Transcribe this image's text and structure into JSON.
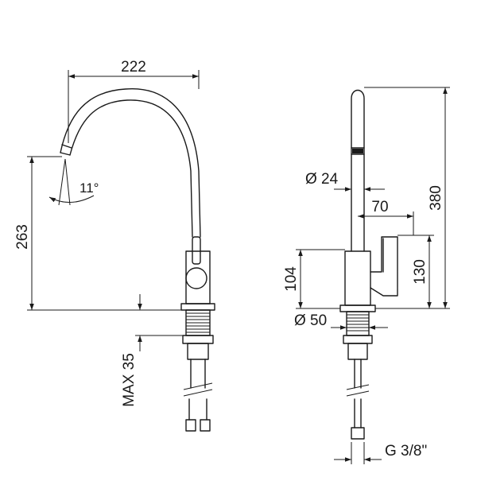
{
  "dimensions": {
    "spout_reach": "222",
    "height_to_outlet": "263",
    "spout_angle": "11°",
    "max_mounting": "MAX 35",
    "outlet_diameter": "Ø 24",
    "body_depth": "70",
    "base_height": "104",
    "lever_height": "130",
    "total_height": "380",
    "base_diameter": "Ø 50",
    "connection_thread": "G 3/8\""
  },
  "colors": {
    "line": "#1a1a1a",
    "background": "#ffffff"
  }
}
